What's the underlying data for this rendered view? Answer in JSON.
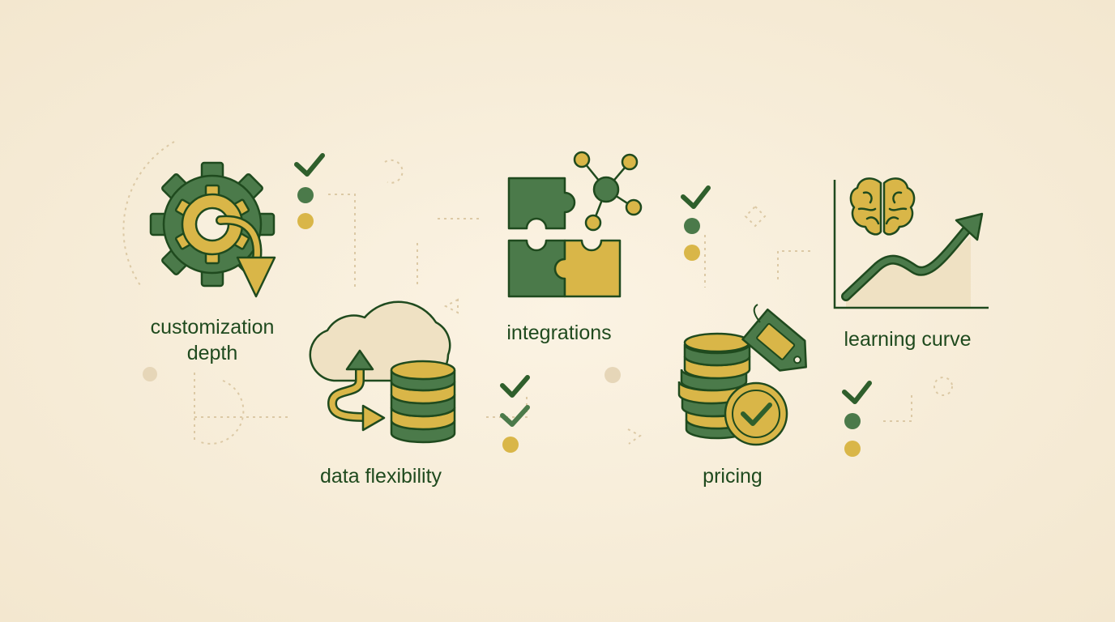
{
  "colors": {
    "background": "#f8efdd",
    "green": "#4b7a4a",
    "dark_green": "#1f4a1e",
    "gold": "#d9b648",
    "tan": "#efe1c3",
    "dotted": "#dcc9a5"
  },
  "items": [
    {
      "id": "customization",
      "label": "customization\ndepth",
      "icons": [
        "gear-icon",
        "arrow-icon"
      ],
      "indicators": [
        "check",
        "green-dot",
        "gold-dot"
      ]
    },
    {
      "id": "data",
      "label": "data flexibility",
      "icons": [
        "cloud-icon",
        "database-icon",
        "arrow-icon"
      ]
    },
    {
      "id": "integrations",
      "label": "integrations",
      "icons": [
        "puzzle-icon",
        "network-icon"
      ],
      "indicators": [
        "check",
        "green-dot",
        "gold-dot"
      ],
      "indicators_below": [
        "check",
        "check",
        "gold-dot"
      ]
    },
    {
      "id": "pricing",
      "label": "pricing",
      "icons": [
        "coin-stack-icon",
        "price-tag-icon",
        "check-coin-icon"
      ]
    },
    {
      "id": "learning",
      "label": "learning curve",
      "icons": [
        "brain-icon",
        "trend-chart-icon"
      ],
      "indicators": [
        "check",
        "green-dot",
        "gold-dot"
      ]
    }
  ]
}
